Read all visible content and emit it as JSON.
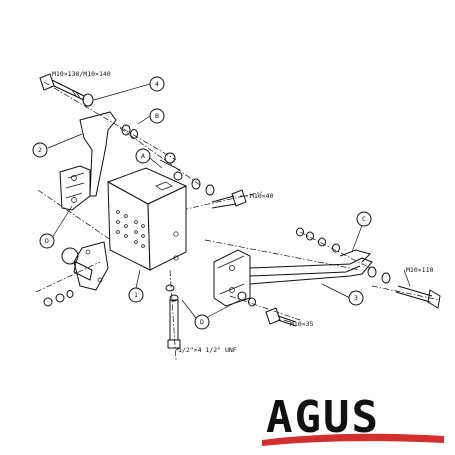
{
  "callouts": {
    "c1": "1",
    "c2": "2",
    "c3": "3",
    "c4": "4",
    "cA": "A",
    "cB": "B",
    "cC": "C",
    "cD1": "D",
    "cD2": "D"
  },
  "bolts": {
    "m10_130_140": "M10×130/M10×140",
    "m10_40": "M10×40",
    "m10_110": "M10×110",
    "m10_35": "M10×35",
    "unf": "1/2\"×4 1/2\" UNF"
  },
  "logo": {
    "text": "AGUS",
    "primary_color": "#1b3a8f",
    "accent_color": "#d32f2f"
  }
}
